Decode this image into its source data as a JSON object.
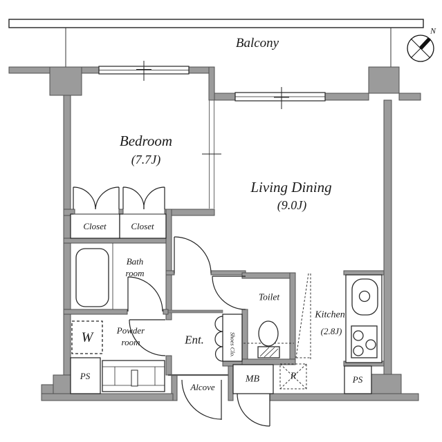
{
  "balcony": {
    "label": "Balcony"
  },
  "compass": {
    "north_label": "N"
  },
  "rooms": {
    "bedroom": {
      "name": "Bedroom",
      "size": "(7.7J)"
    },
    "living_dining": {
      "name": "Living Dining",
      "size": "(9.0J)"
    },
    "kitchen": {
      "name": "Kitchen",
      "size": "(2.8J)"
    },
    "bath": {
      "line1": "Bath",
      "line2": "room"
    },
    "powder": {
      "line1": "Powder",
      "line2": "room"
    },
    "toilet": {
      "name": "Toilet"
    },
    "entrance": {
      "name": "Ent."
    },
    "alcove": {
      "name": "Alcove"
    },
    "closet_left": {
      "name": "Closet"
    },
    "closet_right": {
      "name": "Closet"
    },
    "shoes_closet": {
      "name": "Shoes Clo."
    },
    "washer": {
      "name": "W"
    }
  },
  "service": {
    "ps_left": "PS",
    "ps_right": "PS",
    "meter_box": "MB",
    "refrigerator": "R"
  },
  "colors": {
    "wall_fill": "#9b9b9b",
    "wall_edge": "#4f4f4f",
    "line": "#222222",
    "background": "#ffffff"
  }
}
